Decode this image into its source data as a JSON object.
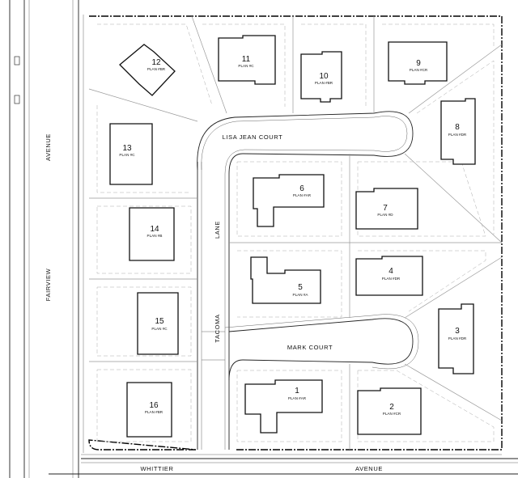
{
  "streets": {
    "fairview_line1": "AVENUE",
    "fairview_line2": "FAIRVIEW",
    "lisa_jean": "LISA JEAN COURT",
    "tacoma_line1": "LANE",
    "tacoma_line2": "TACOMA",
    "mark": "MARK COURT",
    "whittier_line1": "WHITTIER",
    "whittier_line2": "AVENUE"
  },
  "lots": [
    {
      "number": "1",
      "plan": "PLAN #AR"
    },
    {
      "number": "2",
      "plan": "PLAN #CR"
    },
    {
      "number": "3",
      "plan": "PLAN #DR"
    },
    {
      "number": "4",
      "plan": "PLAN #DR"
    },
    {
      "number": "5",
      "plan": "PLAN #A"
    },
    {
      "number": "6",
      "plan": "PLAN #AR"
    },
    {
      "number": "7",
      "plan": "PLAN #D"
    },
    {
      "number": "8",
      "plan": "PLAN #DR"
    },
    {
      "number": "9",
      "plan": "PLAN #CR"
    },
    {
      "number": "10",
      "plan": "PLAN #BR"
    },
    {
      "number": "11",
      "plan": "PLAN #C"
    },
    {
      "number": "12",
      "plan": "PLAN #BR"
    },
    {
      "number": "13",
      "plan": "PLAN #C"
    },
    {
      "number": "14",
      "plan": "PLAN #B"
    },
    {
      "number": "15",
      "plan": "PLAN #C"
    },
    {
      "number": "16",
      "plan": "PLAN #BR"
    }
  ]
}
